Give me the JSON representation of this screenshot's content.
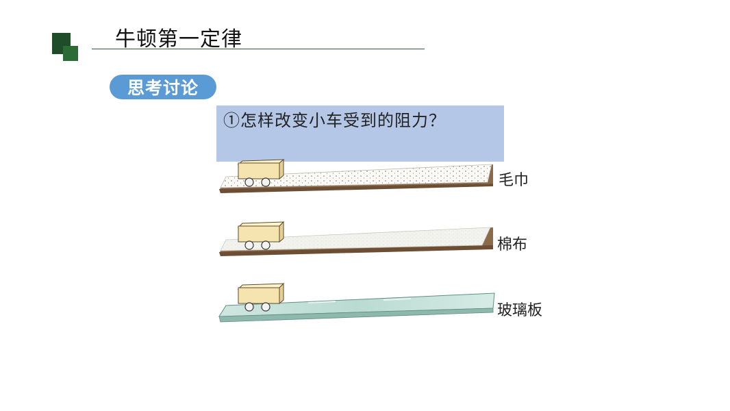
{
  "slide": {
    "title": "牛顿第一定律",
    "section_label": "思考讨论",
    "question": "①怎样改变小车受到的阻力？"
  },
  "illustration": {
    "surfaces": [
      {
        "label": "毛巾",
        "icon": "towel-board"
      },
      {
        "label": "棉布",
        "icon": "cotton-board"
      },
      {
        "label": "玻璃板",
        "icon": "glass-board"
      }
    ]
  },
  "colors": {
    "logo_dark": "#1f4d2a",
    "logo_light": "#2d6b36",
    "pill": "#5b9bd5",
    "question_box": "#b4c7e7"
  }
}
